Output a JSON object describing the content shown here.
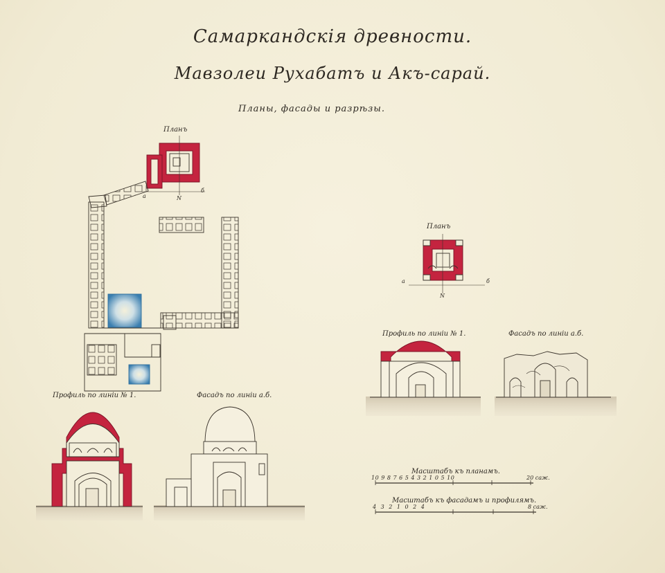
{
  "title": "Самаркандскія древности.",
  "subtitle": "Мавзолеи Рухабатъ и Акъ-сарай.",
  "subsubtitle": "Планы, фасады и разрѣзы.",
  "left_plan": {
    "label": "Планъ",
    "section_a": "а",
    "section_b": "б",
    "north": "N"
  },
  "right_plan": {
    "label": "Планъ",
    "section_a": "а",
    "section_b": "б",
    "north": "N"
  },
  "left_section": {
    "label": "Профиль по линіи № 1."
  },
  "left_facade": {
    "label": "Фасадъ по линіи а.б."
  },
  "right_section": {
    "label": "Профиль по линіи № 1."
  },
  "right_facade": {
    "label": "Фасадъ по линіи а.б."
  },
  "scale_plans": {
    "label": "Масштабъ къ планамъ.",
    "ticks": [
      "10",
      "9",
      "8",
      "7",
      "6",
      "5",
      "4",
      "3",
      "2",
      "1",
      "0",
      "5",
      "10"
    ],
    "end": "20 саж."
  },
  "scale_facades": {
    "label": "Масштабъ къ фасадамъ и профилямъ.",
    "ticks": [
      "4",
      "3",
      "2",
      "1",
      "0",
      "2",
      "4"
    ],
    "end": "8 саж."
  },
  "colors": {
    "wall_cut": "#c4243f",
    "water": "#3b7fb0",
    "ink": "#3a332b",
    "paper": "#f3eeda",
    "ground": "#d9d0bc"
  }
}
